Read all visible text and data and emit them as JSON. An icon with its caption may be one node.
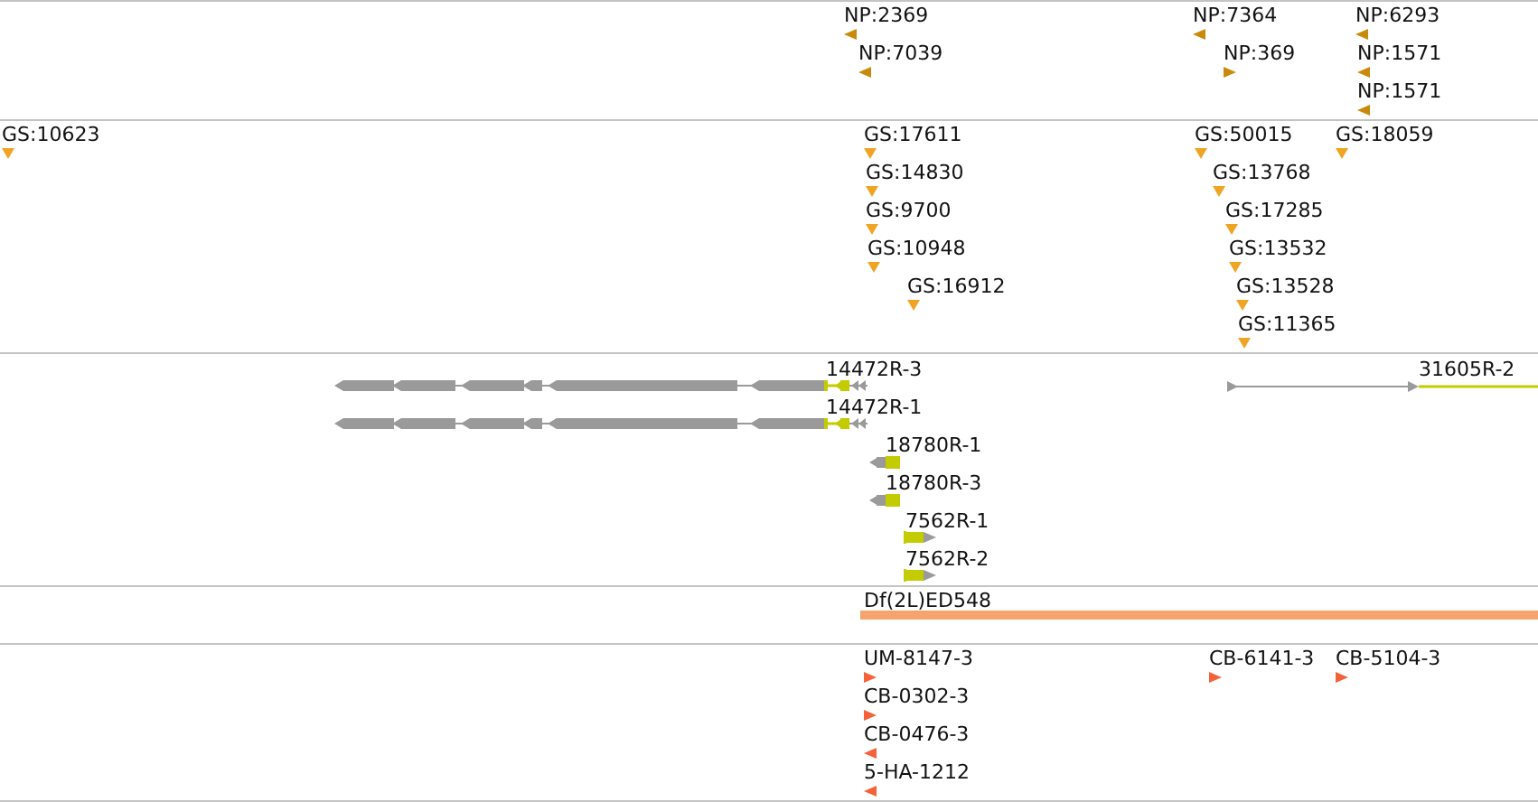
{
  "diagram": {
    "labels": [
      "NP:2369",
      "NP:7364",
      "NP:6293",
      "NP:7039",
      "NP:369",
      "NP:1571",
      "NP:1571",
      "GS:10623",
      "GS:17611",
      "GS:50015",
      "GS:18059",
      "GS:14830",
      "GS:13768",
      "GS:9700",
      "GS:17285",
      "GS:10948",
      "GS:13532",
      "GS:16912",
      "GS:13528",
      "GS:11365",
      "14472R-3",
      "31605R-2",
      "14472R-1",
      "18780R-1",
      "18780R-3",
      "7562R-1",
      "7562R-2",
      "Df(2L)ED548",
      "UM-8147-3",
      "CB-6141-3",
      "CB-5104-3",
      "CB-0302-3",
      "CB-0476-3",
      "5-HA-1212"
    ]
  }
}
